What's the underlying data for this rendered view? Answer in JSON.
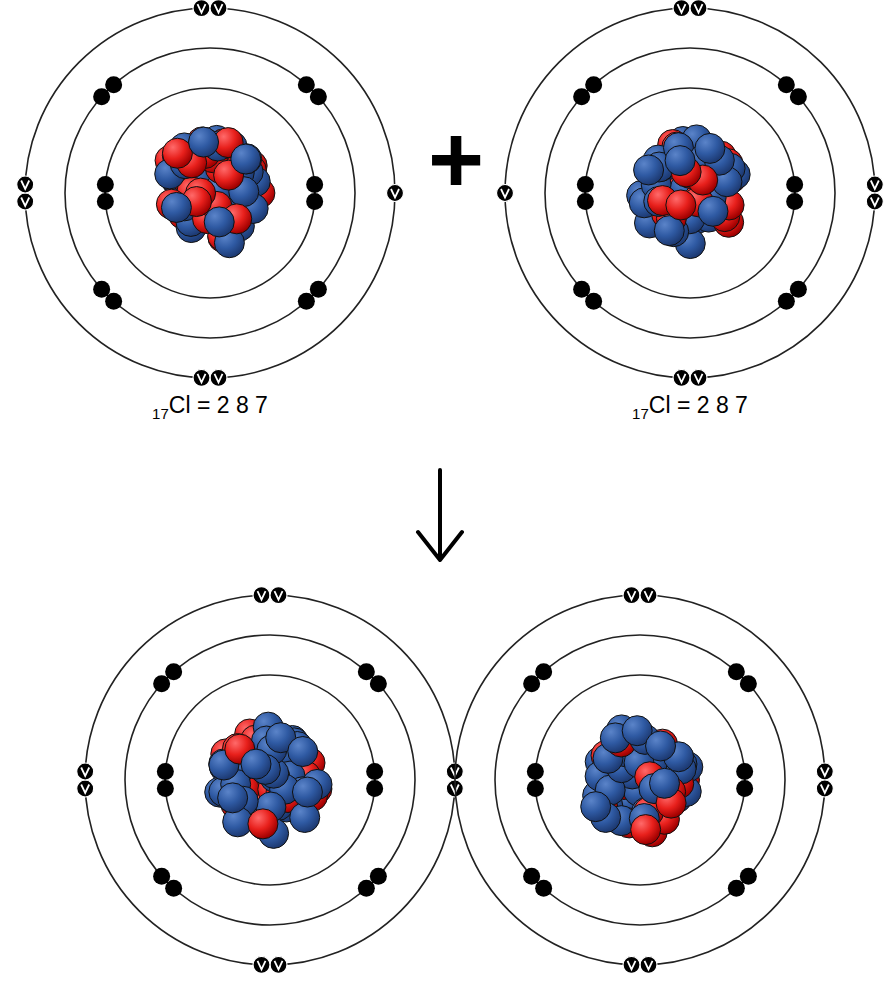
{
  "diagram": {
    "labels": [
      "17",
      "Cl = 2 8 7",
      "17",
      "Cl = 2 8 7",
      "+"
    ]
  }
}
